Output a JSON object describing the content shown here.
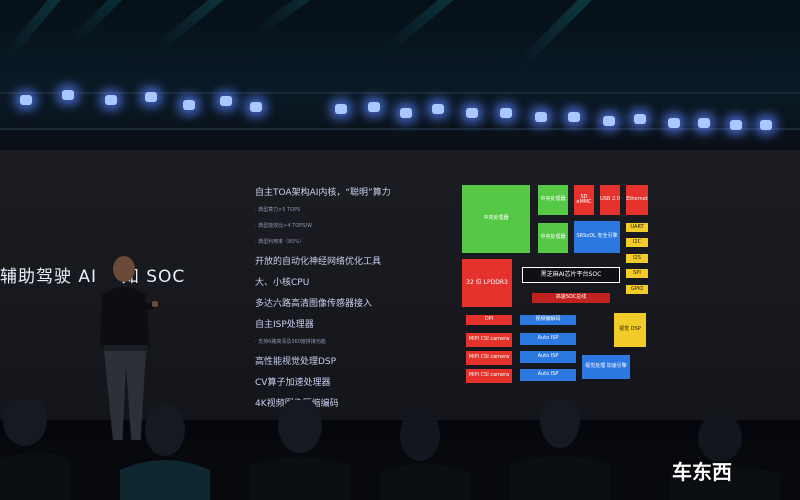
{
  "slide": {
    "title_prefix": "辅助驾驶 AI",
    "title_suffix": "知 SOC",
    "features": [
      {
        "text": "自主TOA架构AI内核，“聪明”算力",
        "small": false
      },
      {
        "text": "· 典型算力>5 TOPS",
        "small": true
      },
      {
        "text": "· 典型能效比>4 TOPS/W",
        "small": true
      },
      {
        "text": "· 典型利用率（80%）",
        "small": true
      },
      {
        "text": "开放的自动化神经网络优化工具",
        "small": false
      },
      {
        "text": "大、小核CPU",
        "small": false
      },
      {
        "text": "多达六路高清图像传感器接入",
        "small": false
      },
      {
        "text": "自主ISP处理器",
        "small": false
      },
      {
        "text": "· 支持6路高清及360度拼接功能",
        "small": true
      },
      {
        "text": "高性能视觉处理DSP",
        "small": false
      },
      {
        "text": "CV算子加速处理器",
        "small": false
      },
      {
        "text": "4K视频图像压缩编码",
        "small": false
      }
    ],
    "diagram": {
      "cpu_big": "中央处理器",
      "cpu_a": "中央处理器",
      "cpu_b": "中央处理器",
      "sd": "SD eMMC",
      "usb": "USB 2.0",
      "eth": "Ethernet",
      "sec": "SRSoDL 安全引擎",
      "uart": "UART",
      "i2c": "I2C",
      "i2s": "I2S",
      "spi": "SPI",
      "gpio": "GPIO",
      "mem": "32 位 LPDDR3",
      "platform": "黑芝麻AI芯片平台SOC",
      "bus": "高速SOC总线",
      "dpi": "DPI",
      "mipi1": "MIPI CSI camera",
      "mipi2": "MIPI CSI camera",
      "mipi3": "MIPI CSI camera",
      "vcodec": "视频编解码",
      "isp1": "Auto ISP",
      "isp2": "Auto ISP",
      "isp3": "Auto ISP",
      "dsp": "视觉 DSP",
      "cv": "视觉处理 加速引擎"
    }
  },
  "watermark": {
    "text": "车东西"
  }
}
